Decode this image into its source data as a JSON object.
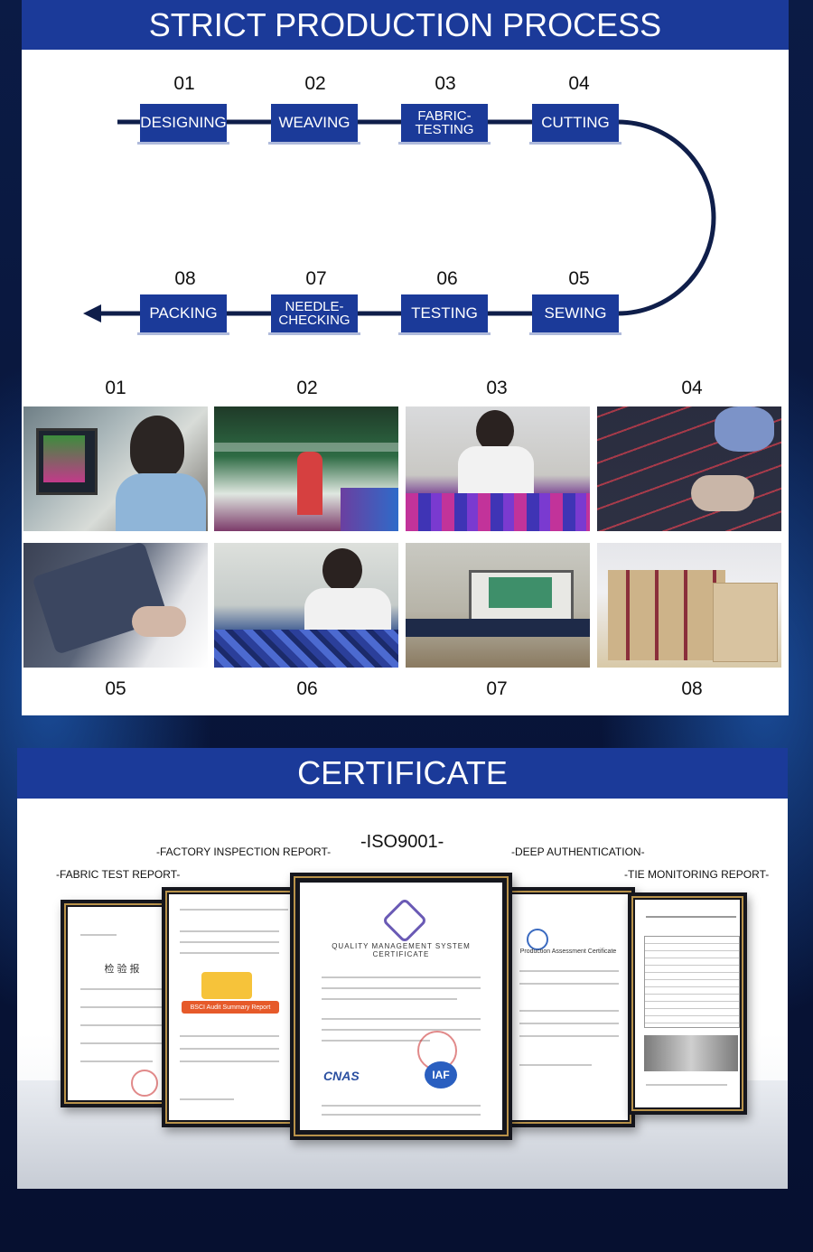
{
  "process": {
    "title": "STRICT PRODUCTION PROCESS",
    "steps": [
      {
        "num": "01",
        "label_lines": [
          "DESIGNING"
        ]
      },
      {
        "num": "02",
        "label_lines": [
          "WEAVING"
        ]
      },
      {
        "num": "03",
        "label_lines": [
          "FABRIC-",
          "TESTING"
        ]
      },
      {
        "num": "04",
        "label_lines": [
          "CUTTING"
        ]
      },
      {
        "num": "05",
        "label_lines": [
          "SEWING"
        ]
      },
      {
        "num": "06",
        "label_lines": [
          "TESTING"
        ]
      },
      {
        "num": "07",
        "label_lines": [
          "NEEDLE-",
          "CHECKING"
        ]
      },
      {
        "num": "08",
        "label_lines": [
          "PACKING"
        ]
      }
    ],
    "photo_numbers": [
      "01",
      "02",
      "03",
      "04",
      "05",
      "06",
      "07",
      "08"
    ],
    "colors": {
      "accent": "#1b3a99",
      "line": "#0f1e4a"
    }
  },
  "certificate": {
    "title": "CERTIFICATE",
    "labels": {
      "factory": "-FACTORY INSPECTION REPORT-",
      "iso": "-ISO9001-",
      "deep": "-DEEP AUTHENTICATION-",
      "fabric": "-FABRIC TEST REPORT-",
      "tie": "-TIE MONITORING REPORT-"
    },
    "documents": {
      "fabric_heading": "检 验 报",
      "bsci": "BSCI Audit Summary Report",
      "iso_heading": "QUALITY MANAGEMENT SYSTEM CERTIFICATE",
      "cnas": "CNAS",
      "iaf": "IAF",
      "deep_heading": "Production Assessment Certificate"
    }
  }
}
